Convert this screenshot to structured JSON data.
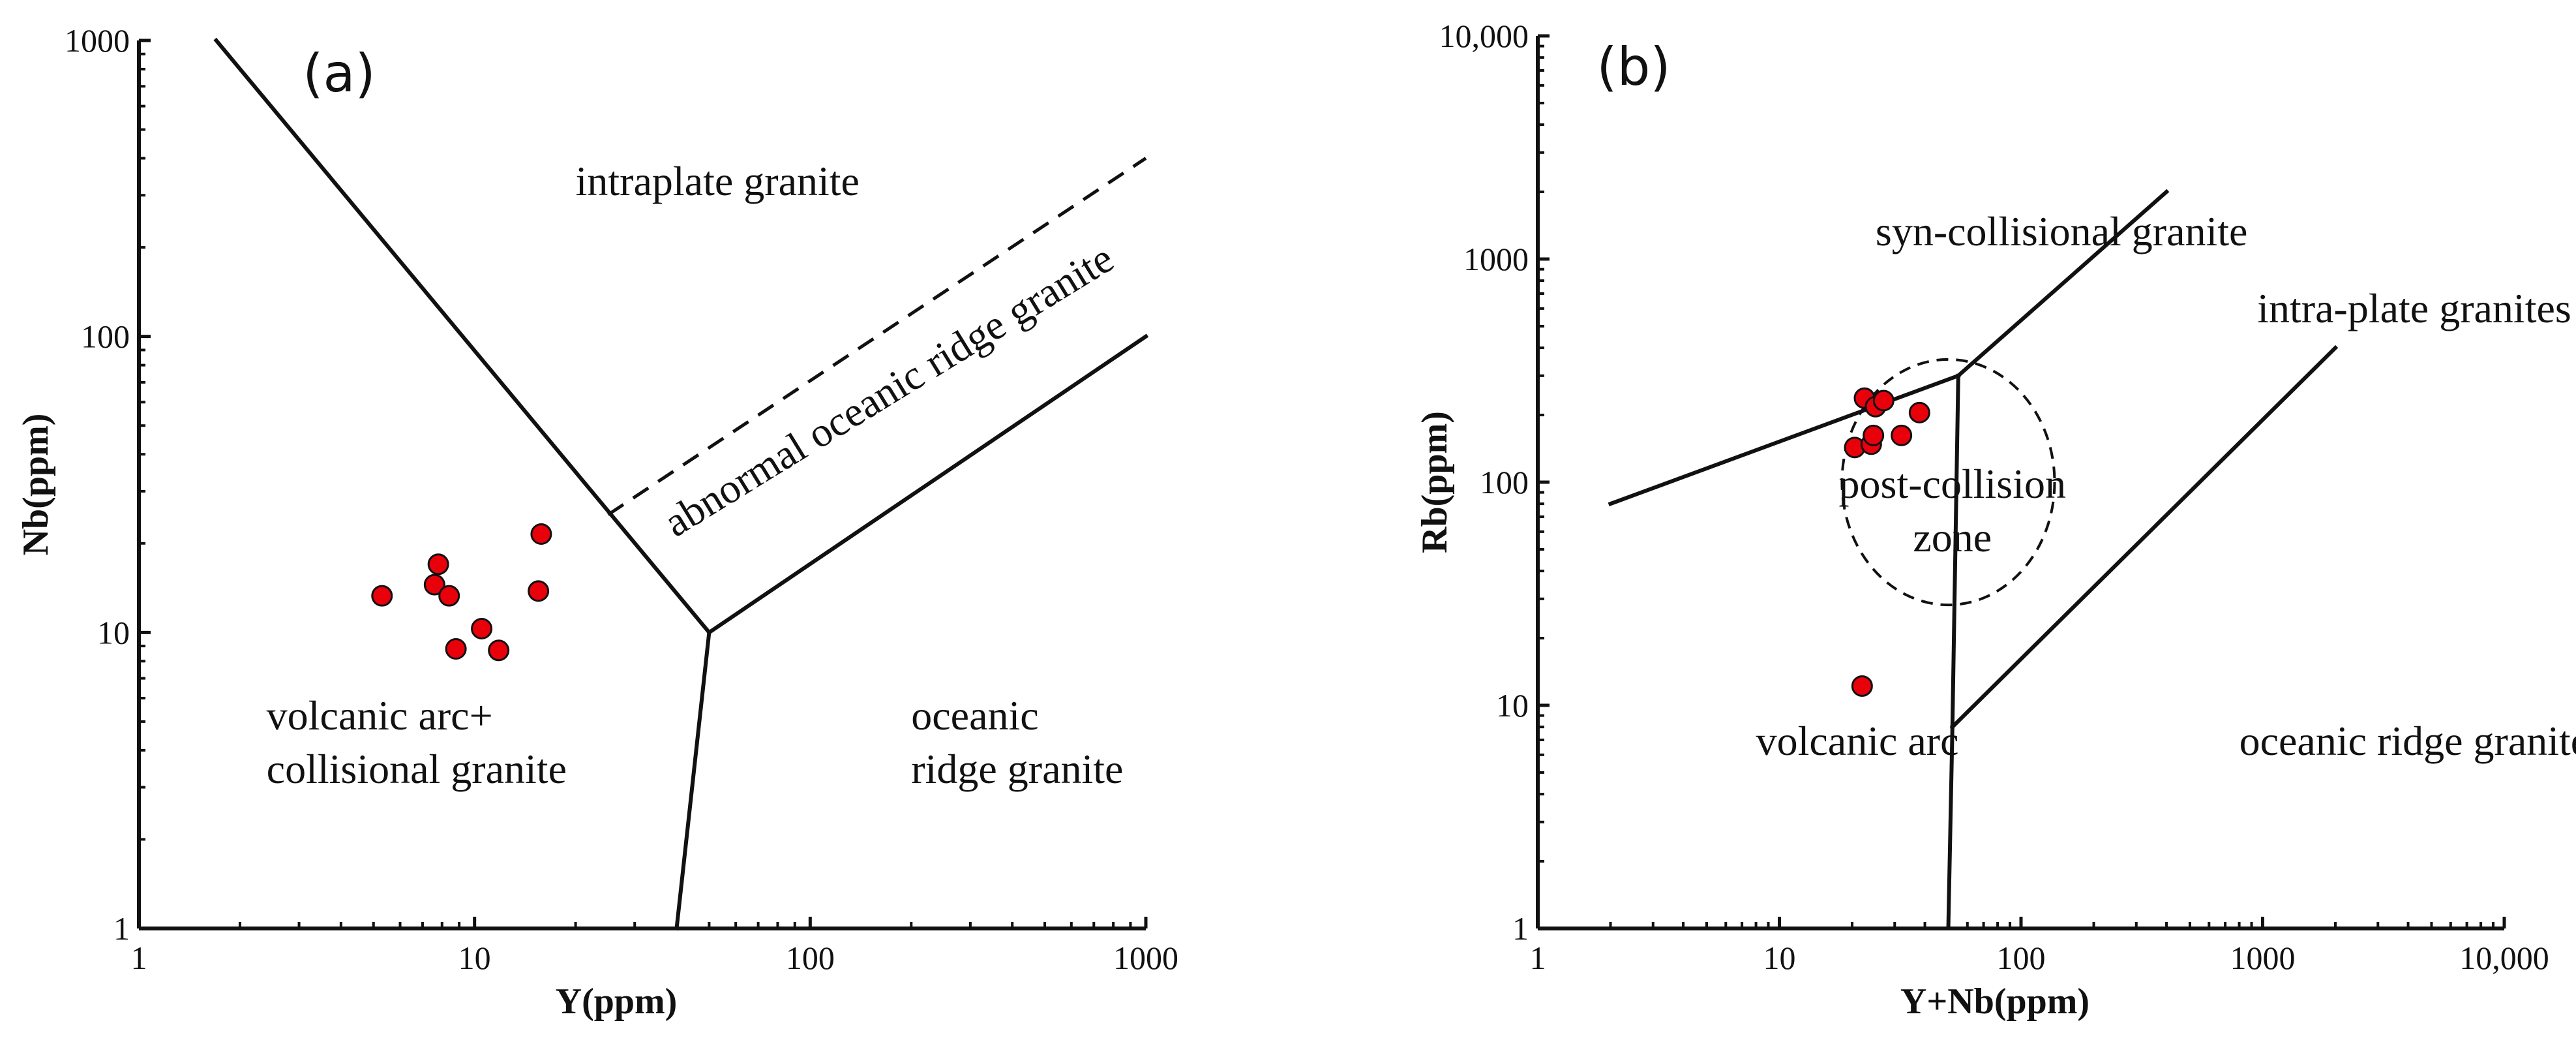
{
  "chart_data": [
    {
      "panel": "(a)",
      "type": "scatter",
      "xlabel": "Y(ppm)",
      "ylabel": "Nb(ppm)",
      "xscale": "log",
      "yscale": "log",
      "xlim": [
        1,
        1000
      ],
      "ylim": [
        1,
        1000
      ],
      "xticks": [
        "1",
        "10",
        "100",
        "1000"
      ],
      "yticks": [
        "1",
        "10",
        "100",
        "1000"
      ],
      "points": [
        {
          "x": 5.3,
          "y": 13.3
        },
        {
          "x": 7.6,
          "y": 14.5
        },
        {
          "x": 7.8,
          "y": 17.0
        },
        {
          "x": 8.4,
          "y": 13.3
        },
        {
          "x": 8.8,
          "y": 8.8
        },
        {
          "x": 10.5,
          "y": 10.3
        },
        {
          "x": 11.8,
          "y": 8.7
        },
        {
          "x": 15.5,
          "y": 13.8
        },
        {
          "x": 15.8,
          "y": 21.5
        }
      ],
      "boundaries": [
        {
          "style": "solid",
          "points": [
            [
              1.7,
              1000
            ],
            [
              50,
              10
            ]
          ]
        },
        {
          "style": "solid",
          "points": [
            [
              50,
              10
            ],
            [
              40,
              1
            ]
          ]
        },
        {
          "style": "solid",
          "points": [
            [
              50,
              10
            ],
            [
              1000,
              100
            ]
          ]
        },
        {
          "style": "dashed",
          "points": [
            [
              25,
              25
            ],
            [
              1000,
              400
            ]
          ]
        }
      ],
      "fields": [
        {
          "lines": [
            "intraplate granite"
          ],
          "x": 20,
          "y": 300,
          "rotate": false
        },
        {
          "lines": [
            "abnormal oceanic ridge granite"
          ],
          "x": 180,
          "y": 60,
          "rotate": true
        },
        {
          "lines": [
            "volcanic arc+",
            "collisional granite"
          ],
          "x": 2.4,
          "y": 4.7,
          "rotate": false
        },
        {
          "lines": [
            "oceanic",
            "ridge granite"
          ],
          "x": 200,
          "y": 4.7,
          "rotate": false
        }
      ]
    },
    {
      "panel": "(b)",
      "type": "scatter",
      "xlabel": "Y+Nb(ppm)",
      "ylabel": "Rb(ppm)",
      "xscale": "log",
      "yscale": "log",
      "xlim": [
        1,
        10000
      ],
      "ylim": [
        1,
        10000
      ],
      "xticks": [
        "1",
        "10",
        "100",
        "1000",
        "10,000"
      ],
      "yticks": [
        "1",
        "10",
        "100",
        "1000",
        "10,000"
      ],
      "points": [
        {
          "x": 20.5,
          "y": 143
        },
        {
          "x": 22.5,
          "y": 238
        },
        {
          "x": 24.0,
          "y": 148
        },
        {
          "x": 24.5,
          "y": 162
        },
        {
          "x": 25.0,
          "y": 218
        },
        {
          "x": 27.0,
          "y": 232
        },
        {
          "x": 32.0,
          "y": 162
        },
        {
          "x": 38.0,
          "y": 205
        },
        {
          "x": 22.0,
          "y": 12.2
        }
      ],
      "boundaries": [
        {
          "style": "solid",
          "points": [
            [
              2,
              80
            ],
            [
              55,
              300
            ]
          ]
        },
        {
          "style": "solid",
          "points": [
            [
              55,
              300
            ],
            [
              400,
              2000
            ]
          ]
        },
        {
          "style": "solid",
          "points": [
            [
              55,
              300
            ],
            [
              52,
              8
            ]
          ]
        },
        {
          "style": "solid",
          "points": [
            [
              52,
              8
            ],
            [
              50,
              1
            ]
          ]
        },
        {
          "style": "solid",
          "points": [
            [
              52,
              8
            ],
            [
              2000,
              400
            ]
          ]
        }
      ],
      "circle": {
        "center": [
          50,
          100
        ],
        "radius_x_decades": 0.44,
        "radius_y_decades": 0.55
      },
      "fields": [
        {
          "lines": [
            "syn-collisional granite"
          ],
          "x": 25,
          "y": 1150,
          "rotate": false
        },
        {
          "lines": [
            "intra-plate granites"
          ],
          "x": 950,
          "y": 520,
          "rotate": false
        },
        {
          "lines": [
            "post-collision",
            "zone"
          ],
          "x": 52,
          "y": 85,
          "rotate": false
        },
        {
          "lines": [
            "volcanic arc"
          ],
          "x": 8,
          "y": 6,
          "rotate": false
        },
        {
          "lines": [
            "oceanic ridge granite"
          ],
          "x": 800,
          "y": 6,
          "rotate": false
        }
      ]
    }
  ]
}
